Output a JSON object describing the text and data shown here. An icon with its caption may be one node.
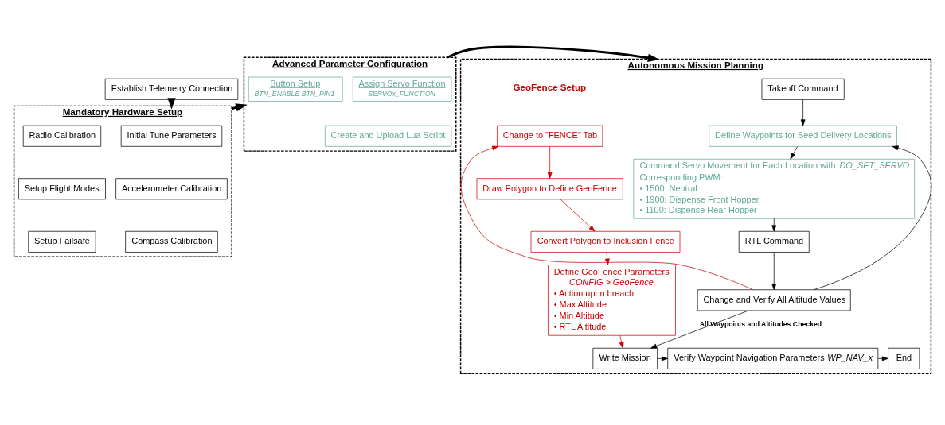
{
  "diagram": {
    "nodes": [
      {
        "text": [
          "Establish Telemetry Connection"
        ]
      },
      {
        "text": [
          "Mandatory Hardware Setup"
        ]
      },
      {
        "text": [
          "Initial Tune Parameters"
        ],
        "in": 1
      },
      {
        "text": [
          "Radio Calibration"
        ],
        "in": 1
      },
      {
        "text": [
          "Accelerometer Calibration"
        ],
        "in": 1
      },
      {
        "text": [
          "Setup Flight Modes"
        ],
        "in": 1
      },
      {
        "text": [
          "Compass Calibration"
        ],
        "in": 1
      },
      {
        "text": [
          "Setup Failsafe"
        ],
        "in": 1
      },
      {
        "text": [
          "Advanced Parameter Configuration"
        ]
      },
      {
        "text": [
          "Assign Servo Function",
          "SERVOx_FUNCTION"
        ],
        "in": 8
      },
      {
        "text": [
          "Button Setup",
          "BTN_ENABLE BTN_PIN1"
        ],
        "in": 8
      },
      {
        "text": [
          "Create and Upload Lua Script"
        ],
        "in": 8
      },
      {
        "text": [
          "Autonomous Mission Planning"
        ]
      },
      {
        "text": [
          "Takeoff Command"
        ],
        "in": 12
      },
      {
        "text": [
          "Define Waypoints for Seed Delivery Locations"
        ],
        "in": 12
      },
      {
        "text": [
          "Command Servo Movement for Each Location with *DO_SET_SERVO*",
          "Corresponding PWM:",
          "• 1500: Neutral",
          "• 1900: Dispense Front Hopper",
          "• 1100: Dispense Rear Hopper"
        ],
        "in": 12
      },
      {
        "text": [
          "RTL Command"
        ],
        "in": 12
      },
      {
        "text": [
          "Change and Verify All Altitude Values"
        ],
        "in": 12
      },
      {
        "text": [
          "Change to \"FENCE\" Tab"
        ],
        "in": 12
      },
      {
        "text": [
          "Draw Polygon to Define GeoFence"
        ],
        "in": 12
      },
      {
        "text": [
          "Convert Polygon to Inclusion Fence"
        ],
        "in": 12
      },
      {
        "text": [
          "Define GeoFence Parameters",
          "*CONFIG > GeoFence*",
          "• Action upon breach",
          "• Max Altitude",
          "• Min Altitude",
          "• RTL Altitude"
        ],
        "in": 12
      },
      {
        "text": [
          "Write Mission"
        ],
        "in": 12
      },
      {
        "text": [
          "Verify Waypoint Navigation Parameters *WP_NAV_x*"
        ],
        "in": 12
      },
      {
        "text": [
          "End"
        ],
        "in": 12
      }
    ],
    "edges": [
      {
        "from": 0,
        "to": 1,
        "arrow": "to",
        "style": "thick"
      },
      {
        "from": 1,
        "to": 8,
        "arrow": "to",
        "style": "thick"
      },
      {
        "from": 8,
        "to": 12,
        "arrow": "to",
        "style": "thick"
      },
      {
        "from": 13,
        "to": 14,
        "arrow": "to"
      },
      {
        "from": 14,
        "to": 15,
        "arrow": "to"
      },
      {
        "from": 15,
        "to": 16,
        "arrow": "to"
      },
      {
        "from": 16,
        "to": 17,
        "arrow": "to"
      },
      {
        "from": 17,
        "to": 14,
        "arrow": "to"
      },
      {
        "from": 17,
        "to": 22,
        "arrow": "to",
        "label": "All Waypoints and Altitudes Checked"
      },
      {
        "from": 17,
        "to": 18,
        "arrow": "to",
        "color": "#cc0000"
      },
      {
        "from": 18,
        "to": 19,
        "arrow": "to",
        "color": "#cc0000"
      },
      {
        "from": 19,
        "to": 20,
        "arrow": "to",
        "color": "#cc0000"
      },
      {
        "from": 20,
        "to": 21,
        "arrow": "to",
        "color": "#cc0000"
      },
      {
        "from": 21,
        "to": 22,
        "arrow": "to",
        "color": "#cc0000"
      },
      {
        "from": 22,
        "to": 23,
        "arrow": "to"
      },
      {
        "from": 23,
        "to": 24,
        "arrow": "to"
      }
    ],
    "labels": [
      "GeoFence Setup"
    ]
  }
}
